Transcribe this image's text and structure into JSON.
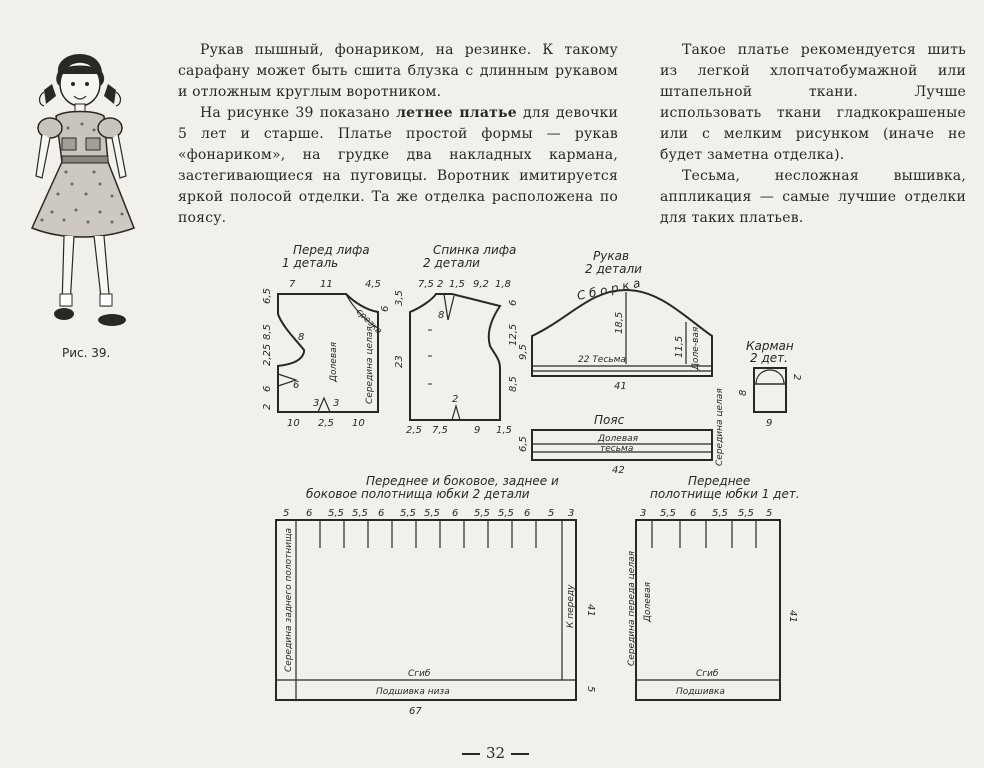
{
  "text": {
    "mid_p1": "Рукав пышный, фонариком, на резинке. К такому сарафану может быть сшита блузка с длинным рукавом и отложным круглым воротником.",
    "mid_p2_pre": "На рисунке 39 показано ",
    "mid_p2_bold": "летнее платье",
    "mid_p2_post": " для девочки 5 лет и старше. Платье простой формы — рукав «фонариком», на грудке два накладных кармана, застегивающиеся на пуговицы. Воротник имитируется яркой полосой отделки. Та же отделка расположена по поясу.",
    "right_p1": "Такое платье рекомендуется шить из легкой хлопчатобумажной или штапельной ткани. Лучше использовать ткани гладкокрашеные или с мелким рисунком (иначе не будет заметна отделка).",
    "right_p2": "Тесьма, несложная вышивка, аппликация — самые лучшие отделки для таких платьев.",
    "caption": "Рис. 39.",
    "page_number": "32"
  },
  "diagram": {
    "front": {
      "title1": "Перед лифа",
      "title2": "1 деталь",
      "top_dims": [
        "7",
        "11",
        "4,5"
      ],
      "left_dims": [
        "6,5",
        "8,5",
        "2,25",
        "6",
        "2"
      ],
      "inner_8": "8",
      "inner_6": "6",
      "inner_3a": "3",
      "inner_3b": "3",
      "right_6": "6",
      "bottom_dims": [
        "10",
        "2,5",
        "10"
      ],
      "label_grain": "Долевая",
      "label_center": "Середина целая",
      "label_cut": "срезка"
    },
    "back": {
      "title1": "Спинка лифа",
      "title2": "2 детали",
      "top_dims": [
        "7,5",
        "2",
        "1,5",
        "9,2",
        "1,8"
      ],
      "left_dims": [
        "3,5",
        "23"
      ],
      "right_dims": [
        "6",
        "12,5",
        "8,5"
      ],
      "inner_8": "8",
      "inner_2": "2",
      "bottom_dims": [
        "2,5",
        "7,5",
        "9",
        "1,5"
      ]
    },
    "sleeve": {
      "title1": "Рукав",
      "title2": "2 детали",
      "gather": "С б о р к а",
      "h": "18,5",
      "left": "9,5",
      "right": "11,5",
      "tape": "22  Тесьма",
      "grain": "Доле-вая",
      "bottom": "41"
    },
    "pocket": {
      "title1": "Карман",
      "title2": "2 дет.",
      "top": "2",
      "left": "8",
      "bottom": "9"
    },
    "belt": {
      "title": "Пояс",
      "grain": "Долевая",
      "tape": "тесьма",
      "left": "6,5",
      "right": "Середина целая",
      "bottom": "42"
    },
    "skirt_big": {
      "title1": "Переднее и боковое, заднее и",
      "title2": "боковое полотнища юбки  2 детали",
      "top_dims": [
        "5",
        "6",
        "5,5",
        "5,5",
        "6",
        "5,5",
        "5,5",
        "6",
        "5,5",
        "5,5",
        "6",
        "5",
        "3"
      ],
      "left_label": "Середина заднего полотнища",
      "right_label": "К переду",
      "right_dim": "41",
      "fold": "Сгиб",
      "hem": "Подшивка низа",
      "hem_dim": "5",
      "bottom": "67"
    },
    "skirt_small": {
      "title1": "Переднее",
      "title2": "полотнище юбки  1 дет.",
      "top_dims": [
        "3",
        "5,5",
        "6",
        "5,5",
        "5,5",
        "5"
      ],
      "left_label": "Середина переда целая",
      "grain": "Долевая",
      "right_dim": "41",
      "fold": "Сгиб",
      "hem": "Подшивка"
    }
  }
}
